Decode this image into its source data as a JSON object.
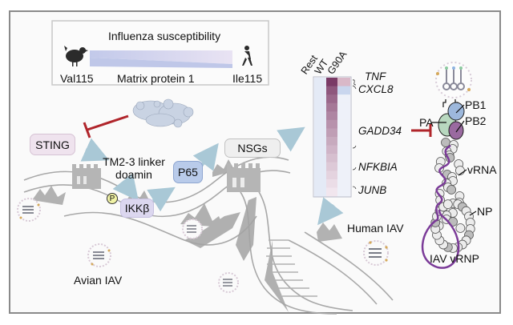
{
  "figure": {
    "susceptibility_panel": {
      "title": "Influenza susceptibility",
      "left_label": "Val115",
      "center_label": "Matrix protein 1",
      "right_label": "Ile115",
      "left_icon": "chicken-icon",
      "right_icon": "human-walking-icon"
    },
    "pathway": {
      "sting": "STING",
      "tm_label_line1": "TM2-3 linker",
      "tm_label_line2": "doamin",
      "phospho": "P",
      "ikkb": "IKKβ",
      "p65": "P65",
      "nsgs": "NSGs",
      "inhibitor_icon": "protein-structure-icon"
    },
    "heatmap": {
      "columns": [
        "Rest",
        "WT",
        "G90A"
      ],
      "genes": [
        "TNF",
        "CXCL8",
        "GADD34",
        "NFKBIA",
        "JUNB"
      ],
      "colors": {
        "rest": "#e4eaf6",
        "wt_high": "#7a3a66",
        "wt_low": "#f1e6ee",
        "g90a_top": "#d9b8c8",
        "g90a_blue": "#c9d6ee",
        "g90a_low": "#eef1f9"
      }
    },
    "vrnp": {
      "pa": "PA",
      "pb1": "PB1",
      "pb2": "PB2",
      "vrna": "vRNA",
      "np": "NP",
      "title": "IAV vRNP"
    },
    "labels": {
      "avian": "Avian IAV",
      "human": "Human IAV"
    },
    "colors": {
      "inhibit_red": "#b0252b",
      "arrow_blue": "#a9c8d6",
      "sting_fill": "#efe3ee",
      "ikkb_fill": "#dcd7ef",
      "p65_fill": "#b9cbea",
      "nsgs_fill": "#efefef",
      "pa_green": "#b8d8bf",
      "pb1_blue": "#9db8dc",
      "pb2_purple": "#9a6aa0",
      "rna_purple": "#7b3b98",
      "wall_gray": "#a4a4a4"
    }
  }
}
